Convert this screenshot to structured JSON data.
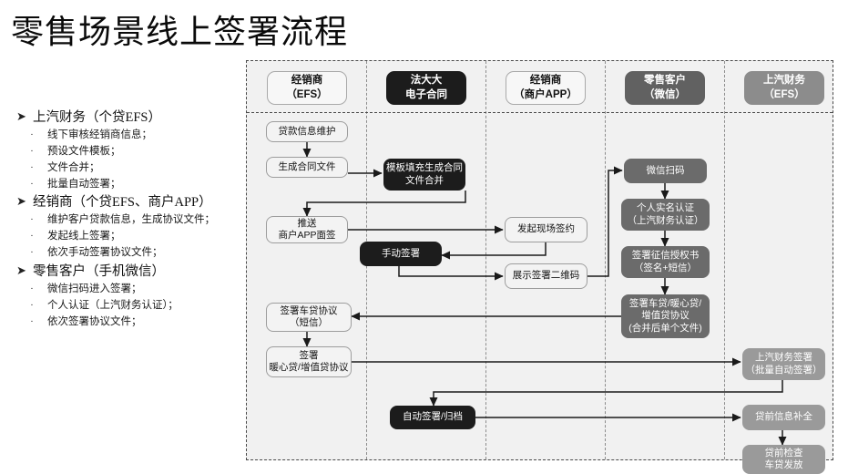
{
  "slide": {
    "title": "零售场景线上签署流程"
  },
  "outline": {
    "marker_level1": "➤",
    "marker_level2": "·",
    "groups": [
      {
        "heading": "上汽财务（个贷EFS）",
        "items": [
          "线下审核经销商信息；",
          "预设文件模板；",
          "文件合并；",
          "批量自动签署；"
        ]
      },
      {
        "heading": "经销商（个贷EFS、商户APP）",
        "items": [
          "维护客户贷款信息，生成协议文件；",
          "发起线上签署；",
          "依次手动签署协议文件；"
        ]
      },
      {
        "heading": "零售客户（手机微信）",
        "items": [
          "微信扫码进入签署；",
          "个人认证（上汽财务认证）；",
          "依次签署协议文件；"
        ]
      }
    ]
  },
  "diagram": {
    "columns": [
      {
        "id": "col-efs-dealer",
        "line1": "经销商",
        "line2": "（EFS）",
        "style": "light"
      },
      {
        "id": "col-fadada",
        "line1": "法大大",
        "line2": "电子合同",
        "style": "dark"
      },
      {
        "id": "col-dealer-app",
        "line1": "经销商",
        "line2": "（商户APP）",
        "style": "light"
      },
      {
        "id": "col-customer",
        "line1": "零售客户",
        "line2": "（微信）",
        "style": "mid"
      },
      {
        "id": "col-saic-finance",
        "line1": "上汽财务",
        "line2": "（EFS）",
        "style": "gray"
      }
    ],
    "nodes": [
      {
        "id": "loan-info-maintain",
        "lines": [
          "贷款信息维护"
        ],
        "style": "light"
      },
      {
        "id": "generate-contract",
        "lines": [
          "生成合同文件"
        ],
        "style": "light"
      },
      {
        "id": "push-app-signing",
        "lines": [
          "推送",
          "商户APP面签"
        ],
        "style": "light"
      },
      {
        "id": "template-fill-merge",
        "lines": [
          "模板填充生成合同",
          "文件合并"
        ],
        "style": "dark"
      },
      {
        "id": "manual-sign",
        "lines": [
          "手动签署"
        ],
        "style": "dark"
      },
      {
        "id": "start-onsite-sign",
        "lines": [
          "发起现场签约"
        ],
        "style": "light"
      },
      {
        "id": "show-sign-qrcode",
        "lines": [
          "展示签署二维码"
        ],
        "style": "light"
      },
      {
        "id": "wechat-scan",
        "lines": [
          "微信扫码"
        ],
        "style": "mid"
      },
      {
        "id": "realname-auth",
        "lines": [
          "个人实名认证",
          "（上汽财务认证）"
        ],
        "style": "mid"
      },
      {
        "id": "credit-auth-sign",
        "lines": [
          "签署征信授权书",
          "（签名+短信）"
        ],
        "style": "mid"
      },
      {
        "id": "sign-loan-bundle",
        "lines": [
          "签署车贷/暖心贷/",
          "增值贷协议",
          "(合并后单个文件)"
        ],
        "style": "mid"
      },
      {
        "id": "sign-car-loan-sms",
        "lines": [
          "签署车贷协议",
          "（短信）"
        ],
        "style": "light"
      },
      {
        "id": "sign-warm-value",
        "lines": [
          "签署",
          "暖心贷/增值贷协议"
        ],
        "style": "light"
      },
      {
        "id": "auto-sign-archive",
        "lines": [
          "自动签署/归档"
        ],
        "style": "dark"
      },
      {
        "id": "saic-batch-sign",
        "lines": [
          "上汽财务签署",
          "（批量自动签署）"
        ],
        "style": "gray"
      },
      {
        "id": "preloan-info-fill",
        "lines": [
          "贷前信息补全"
        ],
        "style": "gray"
      },
      {
        "id": "preloan-check",
        "lines": [
          "贷前检查",
          "车贷发放"
        ],
        "style": "gray"
      }
    ]
  },
  "colors": {
    "dark": "#1c1c1c",
    "mid_gray": "#6b6b6b",
    "light_gray": "#9a9a9a",
    "panel_bg": "#f1f1f1",
    "node_light": "#f3f3f3",
    "border": "#4a4a4a"
  }
}
